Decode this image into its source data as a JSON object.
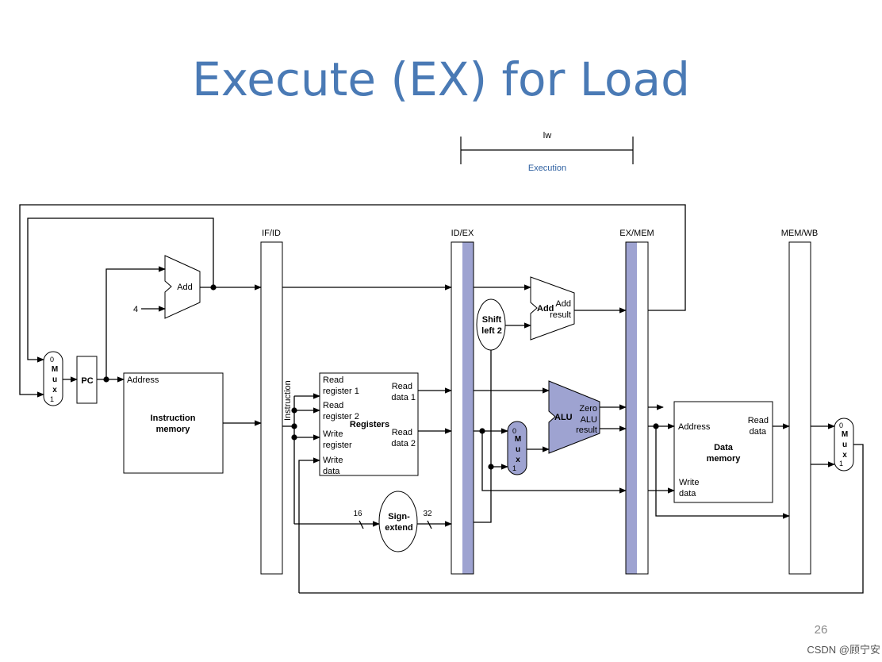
{
  "slide": {
    "title": "Execute (EX) for Load",
    "page_number": "26",
    "watermark": "CSDN @顾宁安"
  },
  "timeline": {
    "instruction": "lw",
    "stage": "Execution"
  },
  "pipeline_registers": {
    "if_id": "IF/ID",
    "id_ex": "ID/EX",
    "ex_mem": "EX/MEM",
    "mem_wb": "MEM/WB"
  },
  "blocks": {
    "pc": "PC",
    "pc_adder": "Add",
    "constant_four": "4",
    "instruction_memory": {
      "address": "Address",
      "name_line1": "Instruction",
      "name_line2": "memory"
    },
    "instruction_label": "Instruction",
    "registers": {
      "name": "Registers",
      "read_register1_l1": "Read",
      "read_register1_l2": "register 1",
      "read_register2_l1": "Read",
      "read_register2_l2": "register 2",
      "write_register_l1": "Write",
      "write_register_l2": "register",
      "write_data_l1": "Write",
      "write_data_l2": "data",
      "read_data1_l1": "Read",
      "read_data1_l2": "data 1",
      "read_data2_l1": "Read",
      "read_data2_l2": "data 2"
    },
    "sign_extend": {
      "line1": "Sign-",
      "line2": "extend",
      "in_width": "16",
      "out_width": "32"
    },
    "shift_left": {
      "line1": "Shift",
      "line2": "left 2"
    },
    "branch_adder": {
      "name": "Add",
      "result_l1": "Add",
      "result_l2": "result"
    },
    "alu": {
      "name": "ALU",
      "zero": "Zero",
      "result_l1": "ALU",
      "result_l2": "result"
    },
    "data_memory": {
      "address": "Address",
      "write_data_l1": "Write",
      "write_data_l2": "data",
      "read_data_l1": "Read",
      "read_data_l2": "data",
      "name_line1": "Data",
      "name_line2": "memory"
    },
    "mux": {
      "in0": "0",
      "in1": "1",
      "m": "M",
      "u": "u",
      "x": "x"
    }
  },
  "colors": {
    "title": "#4a7ab5",
    "highlight": "#9ea3d1",
    "stage_label": "#2d5fa0",
    "wire": "#000000"
  }
}
